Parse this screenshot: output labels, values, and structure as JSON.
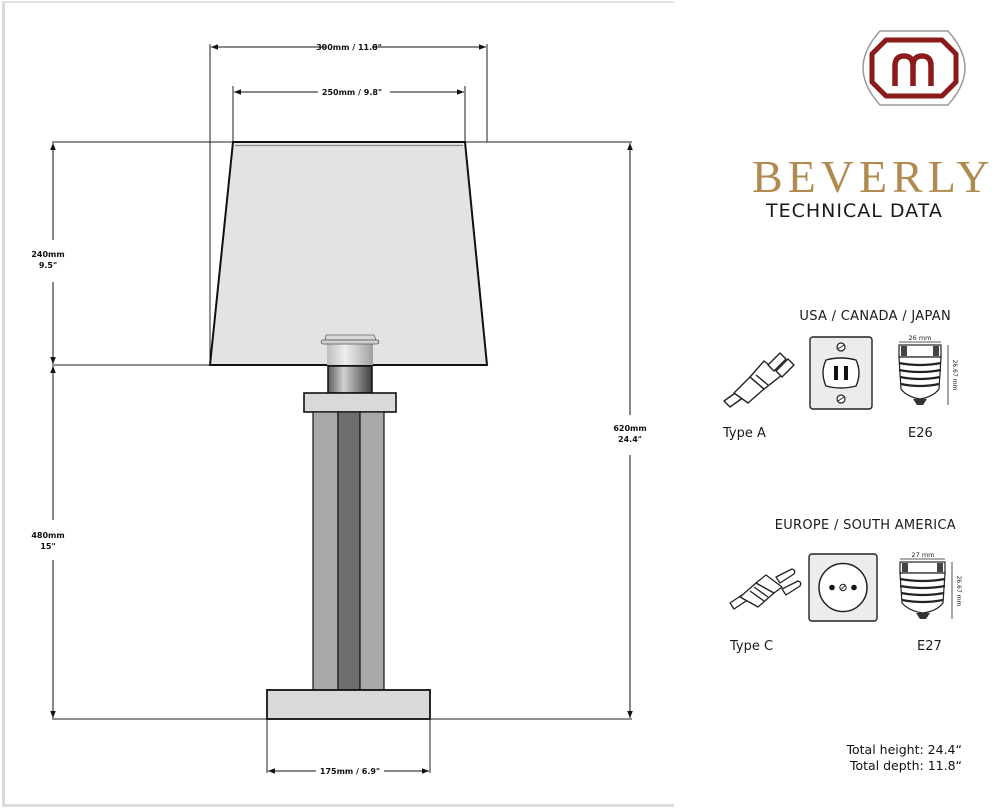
{
  "product": {
    "name": "BEVERLY",
    "subtitle": "TECHNICAL DATA",
    "brand_color": "#b08a4e",
    "logo": {
      "glyph": "m",
      "color": "#8b1a1a",
      "icon": "brand-logo-icon"
    }
  },
  "dimensions": {
    "shade_bottom_width": "300mm / 11.8\"",
    "shade_top_width": "250mm / 9.8\"",
    "shade_height_mm": "240mm",
    "shade_height_in": "9.5\"",
    "base_height_mm": "480mm",
    "base_height_in": "15\"",
    "total_height_mm": "620mm",
    "total_height_in": "24.4\"",
    "foot_width": "175mm / 6.9\""
  },
  "regions": [
    {
      "title": "USA / CANADA / JAPAN",
      "plug_type": "Type A",
      "socket_type": "E26",
      "socket_width": "26 mm",
      "socket_height": "26.67 mm",
      "icons": [
        "plug-type-a-icon",
        "outlet-type-a-icon",
        "bulb-socket-e26-icon"
      ]
    },
    {
      "title": "EUROPE / SOUTH AMERICA",
      "plug_type": "Type C",
      "socket_type": "E27",
      "socket_width": "27 mm",
      "socket_height": "26.67 mm",
      "icons": [
        "plug-type-c-icon",
        "outlet-type-c-icon",
        "bulb-socket-e27-icon"
      ]
    }
  ],
  "totals": {
    "height": "Total height: 24.4“",
    "depth": "Total depth: 11.8“"
  },
  "colors": {
    "shade_fill": "#e3e3e3",
    "column_light": "#a8a8a8",
    "column_dark": "#6e6e6e",
    "plate_fill": "#d9d9d9",
    "line": "#111111"
  }
}
